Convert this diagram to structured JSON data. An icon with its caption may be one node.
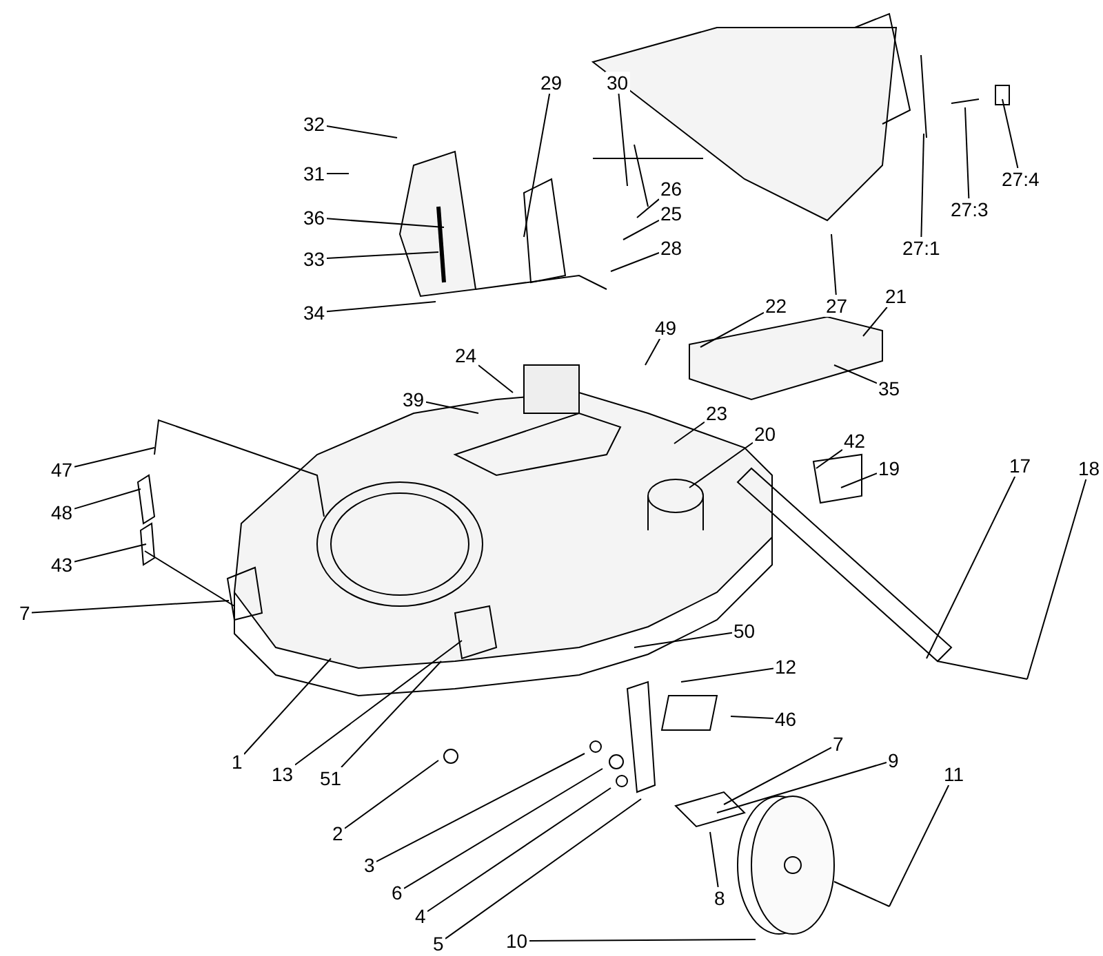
{
  "diagram": {
    "nodes": [
      {
        "text": [
          "32"
        ]
      },
      {
        "text": [
          "31"
        ]
      },
      {
        "text": [
          "36"
        ]
      },
      {
        "text": [
          "33"
        ]
      },
      {
        "text": [
          "34"
        ]
      },
      {
        "text": [
          "29"
        ]
      },
      {
        "text": [
          "30"
        ]
      },
      {
        "text": [
          "26"
        ]
      },
      {
        "text": [
          "25"
        ]
      },
      {
        "text": [
          "28"
        ]
      },
      {
        "text": [
          "27"
        ]
      },
      {
        "text": [
          "27:1"
        ]
      },
      {
        "text": [
          "27:3"
        ]
      },
      {
        "text": [
          "27:4"
        ]
      },
      {
        "text": [
          "22"
        ]
      },
      {
        "text": [
          "21"
        ]
      },
      {
        "text": [
          "35"
        ]
      },
      {
        "text": [
          "49"
        ]
      },
      {
        "text": [
          "24"
        ]
      },
      {
        "text": [
          "39"
        ]
      },
      {
        "text": [
          "23"
        ]
      },
      {
        "text": [
          "20"
        ]
      },
      {
        "text": [
          "42"
        ]
      },
      {
        "text": [
          "19"
        ]
      },
      {
        "text": [
          "47"
        ]
      },
      {
        "text": [
          "48"
        ]
      },
      {
        "text": [
          "43"
        ]
      },
      {
        "text": [
          "7"
        ]
      },
      {
        "text": [
          "17"
        ]
      },
      {
        "text": [
          "18"
        ]
      },
      {
        "text": [
          "1"
        ]
      },
      {
        "text": [
          "13"
        ]
      },
      {
        "text": [
          "51"
        ]
      },
      {
        "text": [
          "50"
        ]
      },
      {
        "text": [
          "12"
        ]
      },
      {
        "text": [
          "46"
        ]
      },
      {
        "text": [
          "2"
        ]
      },
      {
        "text": [
          "3"
        ]
      },
      {
        "text": [
          "6"
        ]
      },
      {
        "text": [
          "4"
        ]
      },
      {
        "text": [
          "5"
        ]
      },
      {
        "text": [
          "7"
        ]
      },
      {
        "text": [
          "9"
        ]
      },
      {
        "text": [
          "8"
        ]
      },
      {
        "text": [
          "11"
        ]
      },
      {
        "text": [
          "10"
        ]
      }
    ],
    "edges": [
      {
        "from": 0,
        "to": null,
        "arrow": "none"
      },
      {
        "from": 1,
        "to": null,
        "arrow": "none"
      },
      {
        "from": 2,
        "to": null,
        "arrow": "none"
      },
      {
        "from": 3,
        "to": null,
        "arrow": "none"
      },
      {
        "from": 4,
        "to": null,
        "arrow": "none"
      },
      {
        "from": 5,
        "to": null,
        "arrow": "none"
      },
      {
        "from": 6,
        "to": null,
        "arrow": "none"
      },
      {
        "from": 7,
        "to": null,
        "arrow": "none"
      },
      {
        "from": 8,
        "to": null,
        "arrow": "none"
      },
      {
        "from": 9,
        "to": null,
        "arrow": "none"
      },
      {
        "from": 10,
        "to": null,
        "arrow": "none"
      },
      {
        "from": 11,
        "to": null,
        "arrow": "none"
      },
      {
        "from": 12,
        "to": null,
        "arrow": "none"
      },
      {
        "from": 13,
        "to": null,
        "arrow": "none"
      },
      {
        "from": 14,
        "to": null,
        "arrow": "none"
      },
      {
        "from": 15,
        "to": null,
        "arrow": "none"
      },
      {
        "from": 16,
        "to": null,
        "arrow": "none"
      },
      {
        "from": 17,
        "to": null,
        "arrow": "none"
      },
      {
        "from": 18,
        "to": null,
        "arrow": "none"
      },
      {
        "from": 19,
        "to": null,
        "arrow": "none"
      },
      {
        "from": 20,
        "to": null,
        "arrow": "none"
      },
      {
        "from": 21,
        "to": null,
        "arrow": "none"
      },
      {
        "from": 22,
        "to": null,
        "arrow": "none"
      },
      {
        "from": 23,
        "to": null,
        "arrow": "none"
      },
      {
        "from": 24,
        "to": null,
        "arrow": "none"
      },
      {
        "from": 25,
        "to": null,
        "arrow": "none"
      },
      {
        "from": 26,
        "to": null,
        "arrow": "none"
      },
      {
        "from": 27,
        "to": null,
        "arrow": "none"
      },
      {
        "from": 28,
        "to": null,
        "arrow": "none"
      },
      {
        "from": 29,
        "to": null,
        "arrow": "none"
      },
      {
        "from": 30,
        "to": null,
        "arrow": "none"
      },
      {
        "from": 31,
        "to": null,
        "arrow": "none"
      },
      {
        "from": 32,
        "to": null,
        "arrow": "none"
      },
      {
        "from": 33,
        "to": null,
        "arrow": "none"
      },
      {
        "from": 34,
        "to": null,
        "arrow": "none"
      },
      {
        "from": 35,
        "to": null,
        "arrow": "none"
      },
      {
        "from": 36,
        "to": null,
        "arrow": "none"
      },
      {
        "from": 37,
        "to": null,
        "arrow": "none"
      },
      {
        "from": 38,
        "to": null,
        "arrow": "none"
      },
      {
        "from": 39,
        "to": null,
        "arrow": "none"
      },
      {
        "from": 40,
        "to": null,
        "arrow": "none"
      },
      {
        "from": 41,
        "to": null,
        "arrow": "none"
      },
      {
        "from": 42,
        "to": null,
        "arrow": "none"
      },
      {
        "from": 43,
        "to": null,
        "arrow": "none"
      },
      {
        "from": 44,
        "to": null,
        "arrow": "none"
      },
      {
        "from": 45,
        "to": null,
        "arrow": "none"
      }
    ]
  }
}
